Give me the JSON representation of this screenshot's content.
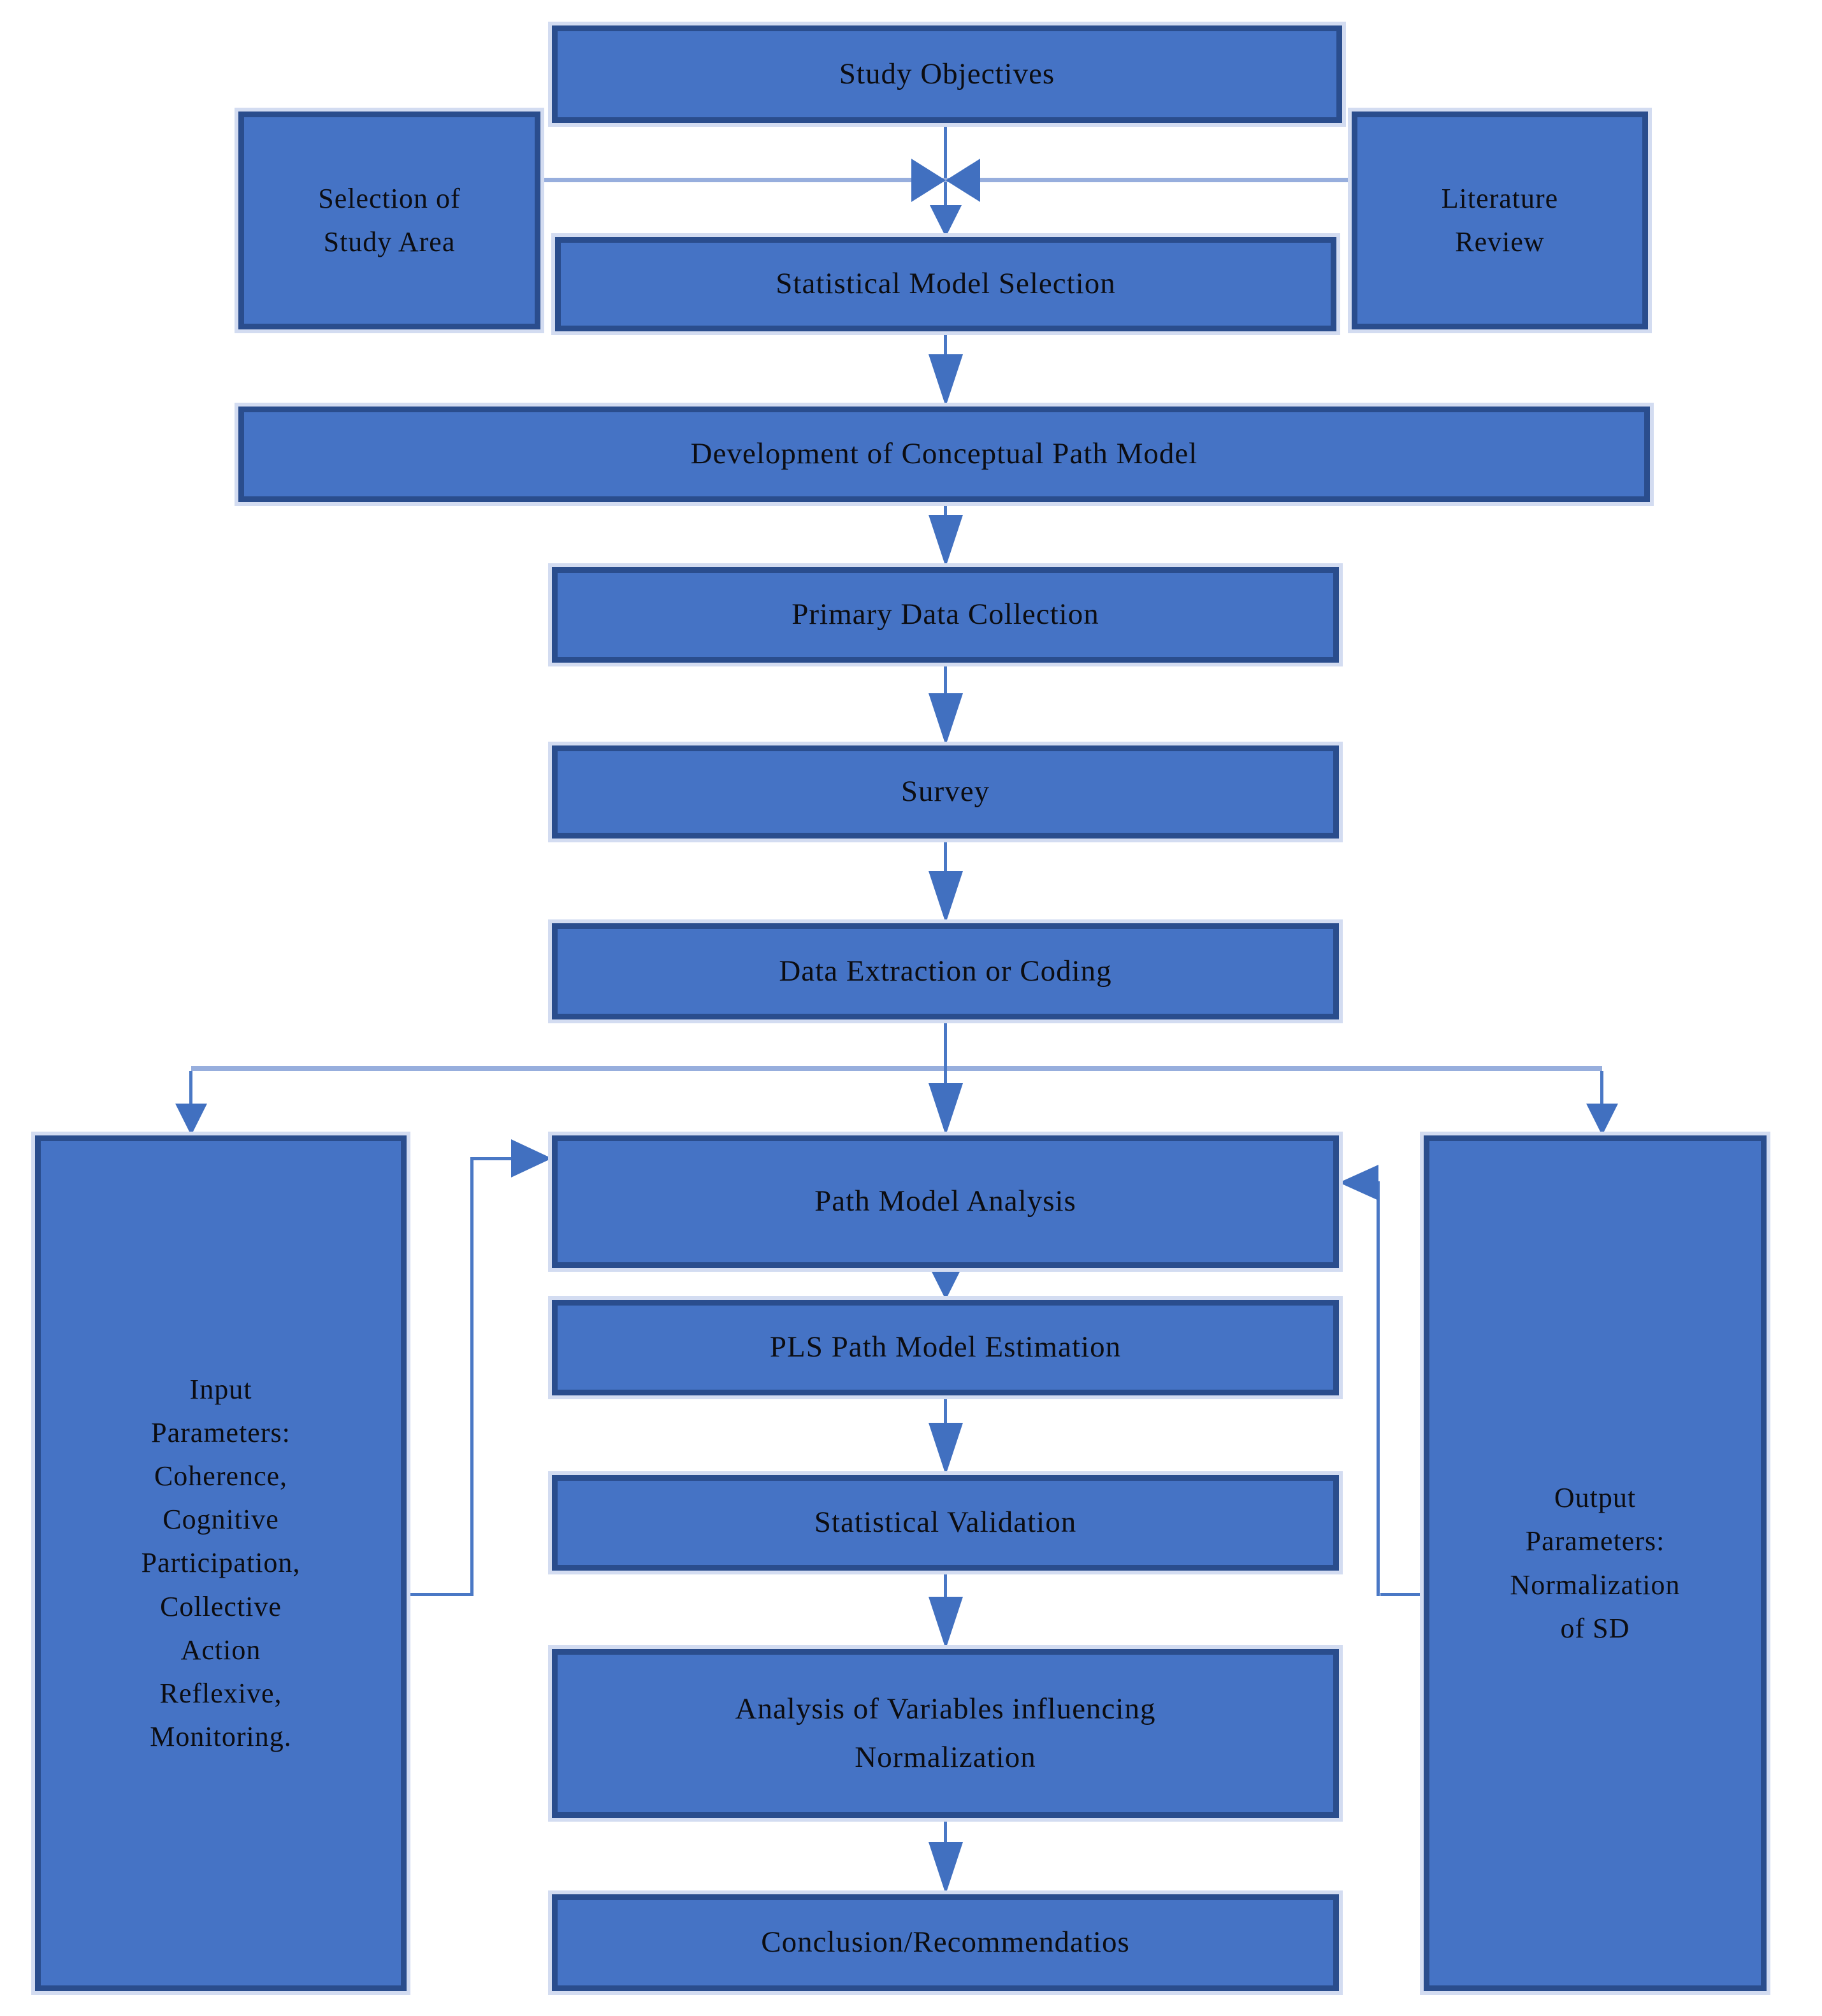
{
  "colors": {
    "box_fill": "#4573c5",
    "box_border": "#2a4d8d",
    "box_halo": "#d3dcf1",
    "text": "#0c0d12",
    "connector": "#4a78c5",
    "connector_light": "#97aedd",
    "arrow": "#4170c0"
  },
  "nodes": {
    "study_objectives": {
      "label": "Study Objectives"
    },
    "selection_study_area": {
      "label": "Selection of\nStudy Area"
    },
    "literature_review": {
      "label": "Literature\nReview"
    },
    "statistical_model_selection": {
      "label": "Statistical Model Selection"
    },
    "development_conceptual_path_model": {
      "label": "Development of Conceptual Path Model"
    },
    "primary_data_collection": {
      "label": "Primary Data Collection"
    },
    "survey": {
      "label": "Survey"
    },
    "data_extraction": {
      "label": "Data Extraction or Coding"
    },
    "input_parameters": {
      "label": "Input\nParameters:\nCoherence,\nCognitive\nParticipation,\nCollective\nAction\nReflexive,\nMonitoring."
    },
    "path_model_analysis": {
      "label": "Path Model Analysis"
    },
    "pls_path_model_estimation": {
      "label": "PLS Path Model Estimation"
    },
    "statistical_validation": {
      "label": "Statistical Validation"
    },
    "analysis_variables": {
      "label": "Analysis of Variables influencing\nNormalization"
    },
    "conclusion": {
      "label": "Conclusion/Recommendatios"
    },
    "output_parameters": {
      "label": "Output\nParameters:\nNormalization\nof SD"
    }
  }
}
